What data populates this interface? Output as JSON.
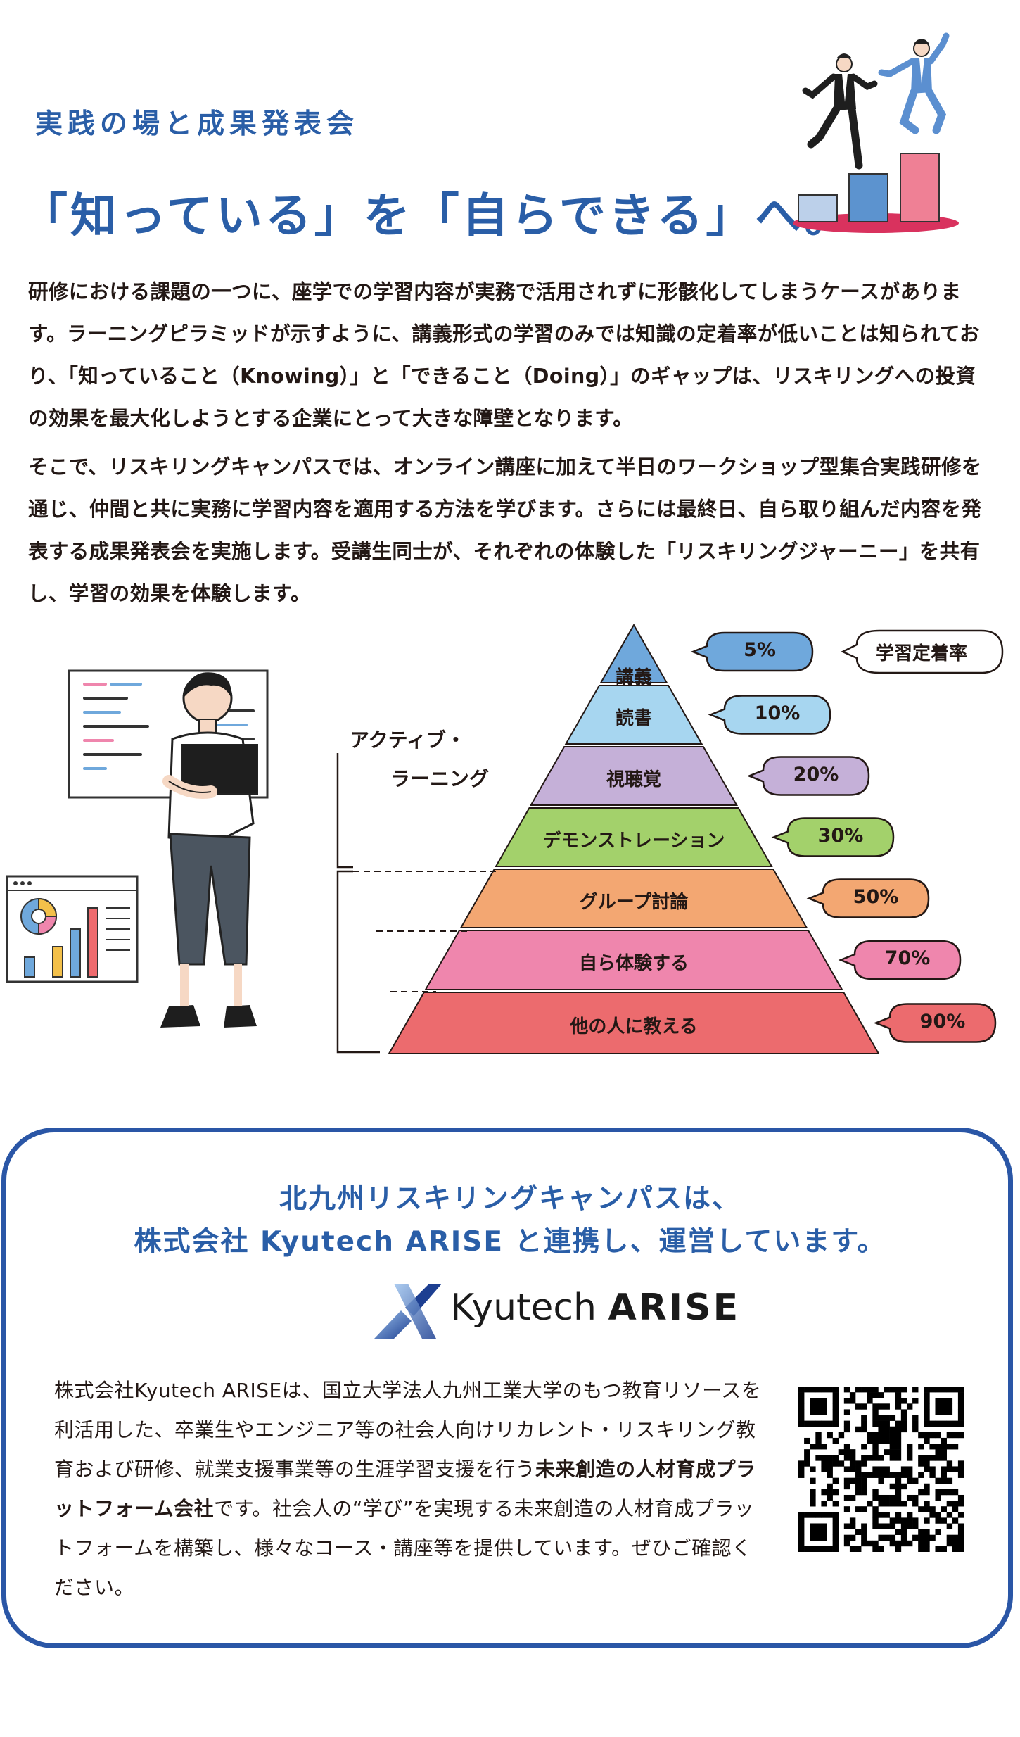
{
  "header": {
    "subtitle": "実践の場と成果発表会",
    "headline": "「知っている」を「自らできる」へ。"
  },
  "intro": {
    "paragraph1": "研修における課題の一つに、座学での学習内容が実務で活用されずに形骸化してしまうケースがあります。ラーニングピラミッドが示すように、講義形式の学習のみでは知識の定着率が低いことは知られており、「知っていること（Knowing）」と「できること（Doing）」のギャップは、リスキリングへの投資の効果を最大化しようとする企業にとって大きな障壁となります。",
    "paragraph2": "そこで、リスキリングキャンパスでは、オンライン講座に加えて半日のワークショップ型集合実践研修を通じ、仲間と共に実務に学習内容を適用する方法を学びます。さらには最終日、自ら取り組んだ内容を発表する成果発表会を実施します。受講生同士が、それぞれの体験した「リスキリングジャーニー」を共有し、学習の効果を体験します。"
  },
  "pyramid": {
    "rate_label": "学習定着率",
    "active_label_line1": "アクティブ・",
    "active_label_line2": "ラーニング",
    "levels": [
      {
        "label": "講義",
        "rate": "5%",
        "color": "#6fa8dc"
      },
      {
        "label": "読書",
        "rate": "10%",
        "color": "#a7d6f0"
      },
      {
        "label": "視聴覚",
        "rate": "20%",
        "color": "#c5b0d8"
      },
      {
        "label": "デモンストレーション",
        "rate": "30%",
        "color": "#a3d16b"
      },
      {
        "label": "グループ討論",
        "rate": "50%",
        "color": "#f3a772"
      },
      {
        "label": "自ら体験する",
        "rate": "70%",
        "color": "#ef86ad"
      },
      {
        "label": "他の人に教える",
        "rate": "90%",
        "color": "#ec6b6e"
      }
    ]
  },
  "partner": {
    "title_line1": "北九州リスキリングキャンパスは、",
    "title_line2": "株式会社 Kyutech ARISE と連携し、運営しています。",
    "logo_text_regular": "Kyutech",
    "logo_text_bold": "ARISE",
    "desc_part1": "株式会社Kyutech ARISEは、国立大学法人九州工業大学のもつ教育リソースを利活用した、卒業生やエンジニア等の社会人向けリカレント・リスキリング教育および研修、就業支援事業等の生涯学習支援を行う",
    "desc_bold": "未来創造の人材育成プラットフォーム会社",
    "desc_part2": "です。社会人の“学び”を実現する未来創造の人材育成プラットフォームを構築し、様々なコース・講座等を提供しています。ぜひご確認ください。"
  },
  "colors": {
    "brand_blue": "#2a5ea7",
    "frame_blue": "#2a56a6"
  }
}
